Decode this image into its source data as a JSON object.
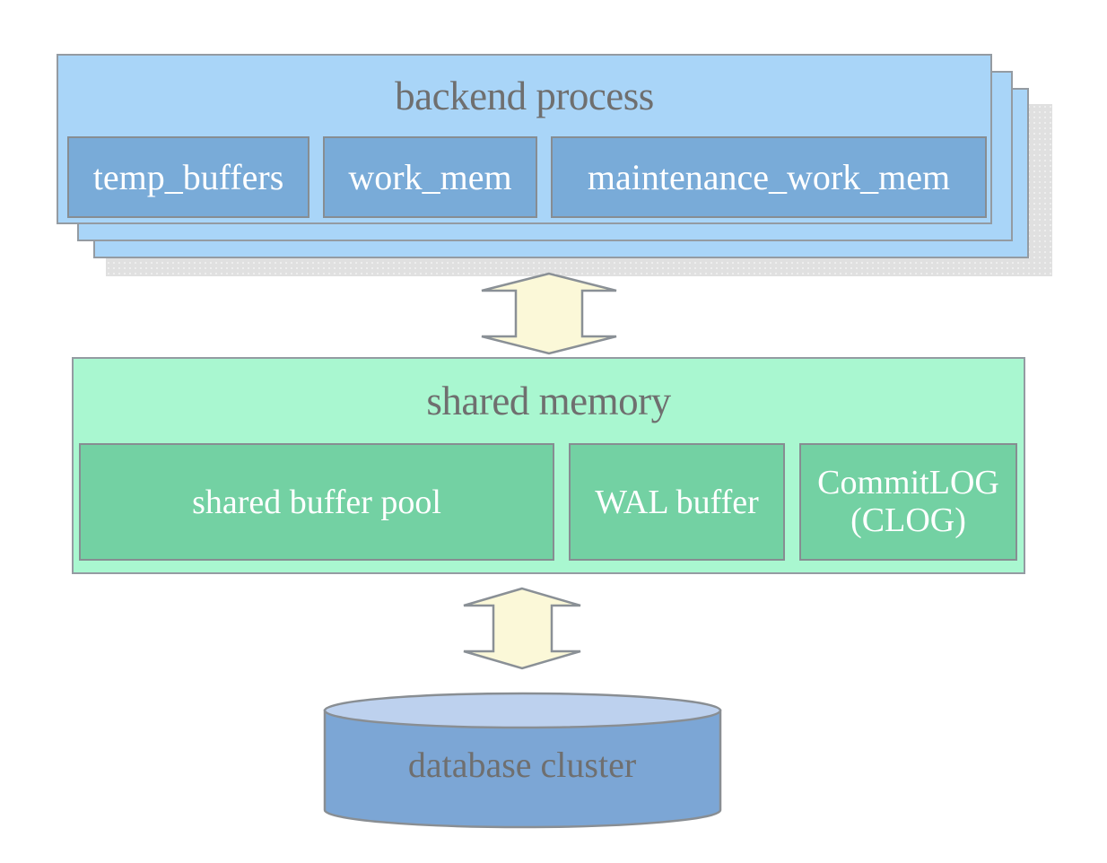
{
  "backend": {
    "title": "backend process",
    "items": [
      {
        "label": "temp_buffers"
      },
      {
        "label": "work_mem"
      },
      {
        "label": "maintenance_work_mem"
      }
    ],
    "stacked_copies": 3
  },
  "shared_memory": {
    "title": "shared memory",
    "items": [
      {
        "label": "shared buffer pool"
      },
      {
        "label": "WAL buffer"
      },
      {
        "label": "CommitLOG (CLOG)"
      }
    ]
  },
  "database": {
    "label": "database cluster"
  },
  "icons": {
    "backend_shared_link": "updown-arrow",
    "shared_database_link": "updown-arrow",
    "database_shape": "cylinder"
  },
  "colors": {
    "backend_fill": "#a9d5f8",
    "backend_item_fill": "#79abd8",
    "shared_fill": "#a9f7d0",
    "shared_item_fill": "#73d1a3",
    "arrow_fill": "#fbf8d8",
    "cylinder_body_fill": "#7ca6d5",
    "cylinder_top_fill": "#bdd1ee",
    "border": "#949ba2",
    "title_text": "#6f6f6f",
    "item_text": "#ffffff",
    "shadow": "#e0e0e0"
  }
}
